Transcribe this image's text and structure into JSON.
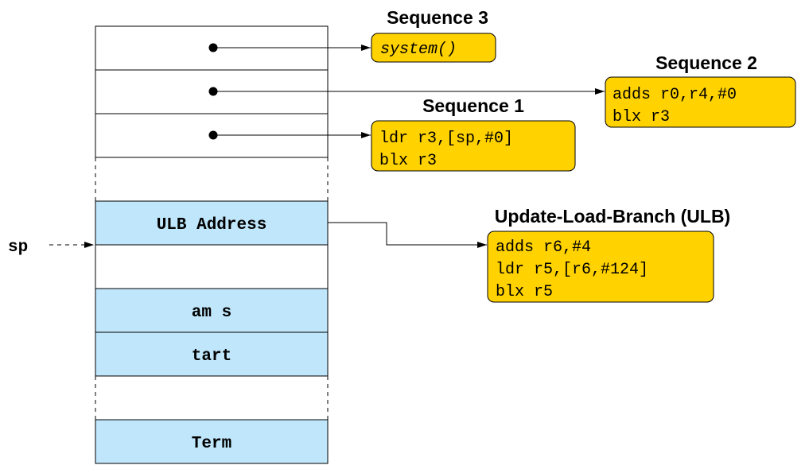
{
  "stack": {
    "cells": [
      {
        "label": ""
      },
      {
        "label": ""
      },
      {
        "label": ""
      },
      {
        "label": "ULB Address"
      },
      {
        "label": "am s"
      },
      {
        "label": "tart"
      },
      {
        "label": "Term"
      }
    ],
    "sp_label": "sp"
  },
  "sequences": [
    {
      "title": "Sequence 3",
      "lines": [
        "system()"
      ]
    },
    {
      "title": "Sequence 2",
      "lines": [
        "adds r0,r4,#0",
        "blx r3"
      ]
    },
    {
      "title": "Sequence 1",
      "lines": [
        "ldr r3,[sp,#0]",
        "blx r3"
      ]
    },
    {
      "title": "Update-Load-Branch (ULB)",
      "lines": [
        "adds r6,#4",
        "ldr r5,[r6,#124]",
        "blx r5"
      ]
    }
  ],
  "colors": {
    "cell_blue": "#bfe6fa",
    "box_yellow": "#ffd200",
    "line": "#000000"
  }
}
